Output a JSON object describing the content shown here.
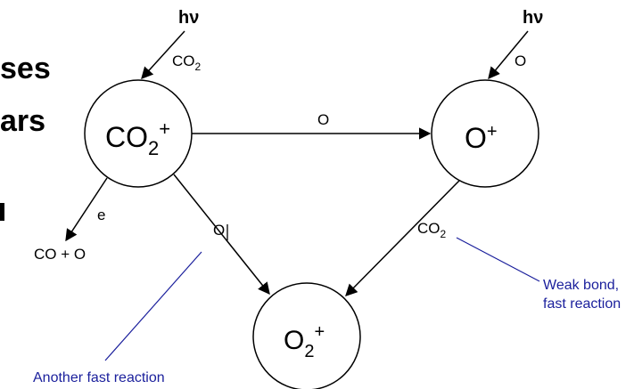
{
  "left_text": {
    "line1": "ses",
    "line2": "ars"
  },
  "nodes": {
    "co2_ion": {
      "base": "CO",
      "sub": "2",
      "sup": "+"
    },
    "o_ion": {
      "base": "O",
      "sup": "+"
    },
    "o2_ion": {
      "base": "O",
      "sub": "2",
      "sup": "+"
    }
  },
  "edges": {
    "photon_left": {
      "label": "hν",
      "reactant_base": "CO",
      "reactant_sub": "2"
    },
    "photon_right": {
      "label": "hν",
      "reactant": "O"
    },
    "co2_to_o": {
      "label": "O"
    },
    "co2_to_o2": {
      "label": "O"
    },
    "o_to_o2": {
      "label_base": "CO",
      "label_sub": "2"
    },
    "recombination": {
      "label": "e",
      "product": "CO + O"
    }
  },
  "annotations": {
    "weak_bond": {
      "line1": "Weak bond,",
      "line2": "fast reaction"
    },
    "another_fast": {
      "text": "Another fast reaction"
    }
  },
  "colors": {
    "annotation": "#1a1f9c",
    "lines": "#000000"
  }
}
